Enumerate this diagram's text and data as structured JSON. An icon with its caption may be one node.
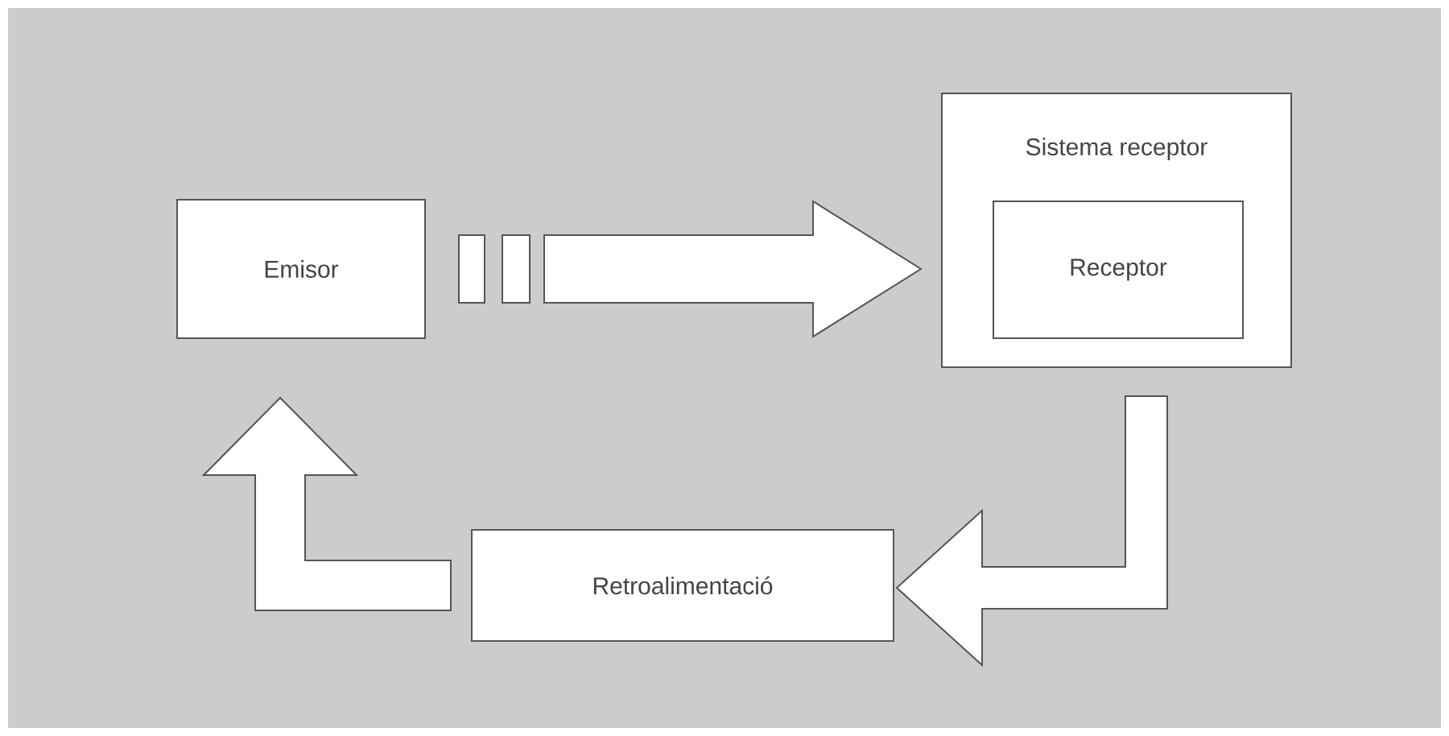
{
  "diagram": {
    "nodes": [
      {
        "text": [
          "Emisor"
        ]
      },
      {
        "text": [
          "Sistema receptor"
        ]
      },
      {
        "text": [
          "Receptor"
        ],
        "in": 1
      },
      {
        "text": [
          "Retroalimentació"
        ]
      }
    ],
    "edges": [
      {
        "from": 0,
        "to": 1,
        "arrow": "to"
      },
      {
        "from": 1,
        "to": 3,
        "arrow": "to"
      },
      {
        "from": 3,
        "to": 0,
        "arrow": "to"
      }
    ]
  }
}
